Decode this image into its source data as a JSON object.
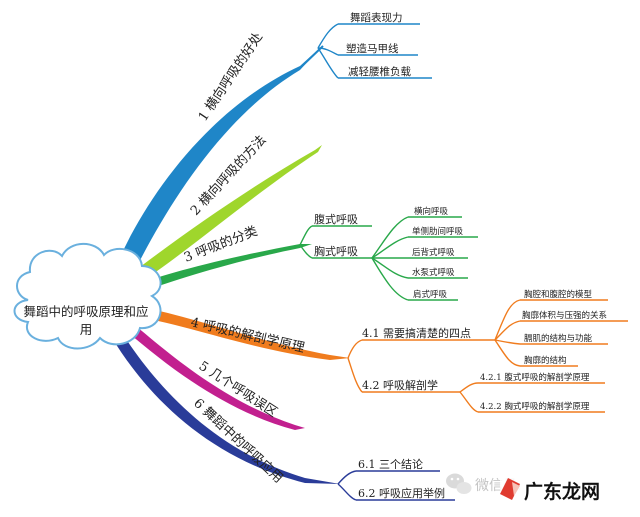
{
  "center": {
    "line1": "舞蹈中的呼吸原理和应",
    "line2": "用"
  },
  "branches": [
    {
      "label": "1 横向呼吸的好处",
      "color": "#1f86c8",
      "leaves": [
        "舞蹈表现力",
        "塑造马甲线",
        "减轻腰椎负载"
      ]
    },
    {
      "label": "2 横向呼吸的方法",
      "color": "#9fd62c"
    },
    {
      "label": "3 呼吸的分类",
      "color": "#29a84a",
      "children": [
        {
          "label": "腹式呼吸"
        },
        {
          "label": "胸式呼吸",
          "leaves": [
            "横向呼吸",
            "单侧肋间呼吸",
            "后背式呼吸",
            "水泵式呼吸",
            "肩式呼吸"
          ]
        }
      ]
    },
    {
      "label": "4 呼吸的解剖学原理",
      "color": "#f07c1e",
      "children": [
        {
          "label": "4.1 需要搞清楚的四点",
          "leaves": [
            "胸腔和腹腔的模型",
            "胸廓体积与压强的关系",
            "膈肌的结构与功能",
            "胸廓的结构"
          ]
        },
        {
          "label": "4.2 呼吸解剖学",
          "leaves": [
            "4.2.1 腹式呼吸的解剖学原理",
            "4.2.2 胸式呼吸的解剖学原理"
          ]
        }
      ]
    },
    {
      "label": "5 几个呼吸误区",
      "color": "#c2208f"
    },
    {
      "label": "6 舞蹈中的呼吸应用",
      "color": "#2a3c99",
      "children": [
        {
          "label": "6.1 三个结论"
        },
        {
          "label": "6.2 呼吸应用举例"
        }
      ]
    }
  ],
  "watermark": {
    "text": "微信号:",
    "brand": "广东龙网"
  }
}
